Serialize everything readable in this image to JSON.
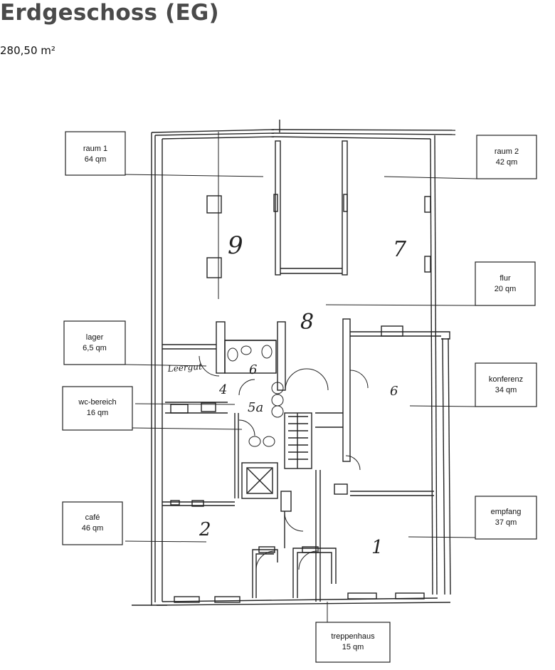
{
  "page": {
    "title": "Erdgeschoss (EG)",
    "area": "280,50 m²"
  },
  "rooms": [
    {
      "name": "raum 1",
      "size": "64 qm"
    },
    {
      "name": "raum 2",
      "size": "42 qm"
    },
    {
      "name": "flur",
      "size": "20 qm"
    },
    {
      "name": "lager",
      "size": "6,5 qm"
    },
    {
      "name": "wc-bereich",
      "size": "16 qm"
    },
    {
      "name": "konferenz",
      "size": "34 qm"
    },
    {
      "name": "café",
      "size": "46 qm"
    },
    {
      "name": "empfang",
      "size": "37 qm"
    },
    {
      "name": "treppenhaus",
      "size": "15 qm"
    }
  ],
  "handwritten": {
    "n9": "9",
    "n7": "7",
    "n8": "8",
    "n6": "6",
    "n5a": "5a",
    "n4": "4",
    "n3": "6",
    "n2": "2",
    "n1": "1",
    "leergut": "Leergut"
  }
}
